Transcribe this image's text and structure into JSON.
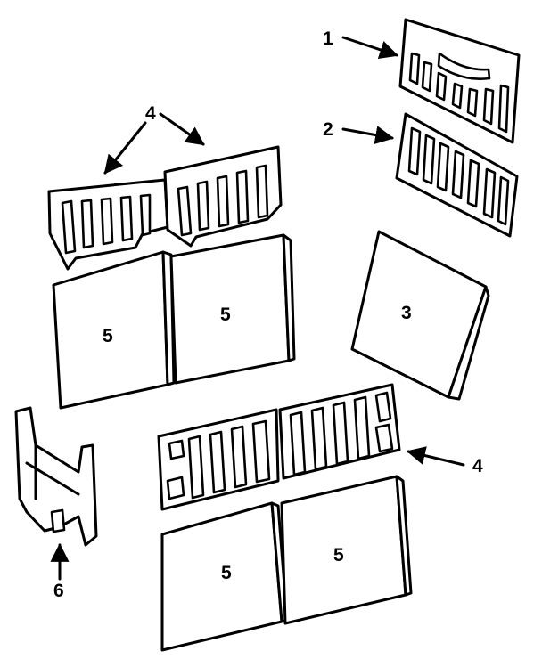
{
  "diagram": {
    "callouts": {
      "c1": "1",
      "c2": "2",
      "c3": "3",
      "c4_top": "4",
      "c4_right": "4",
      "c5_tl": "5",
      "c5_tr": "5",
      "c5_bl": "5",
      "c5_br": "5",
      "c6": "6"
    }
  }
}
